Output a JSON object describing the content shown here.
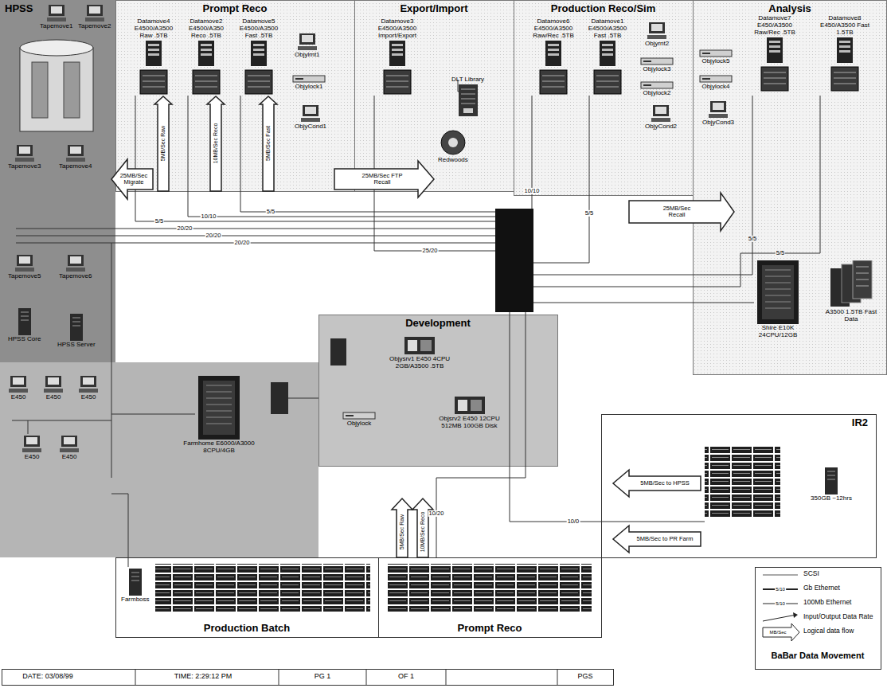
{
  "diagram": {
    "title": "BaBar Data Movement",
    "nodes": [
      {
        "text": [
          "HPSS"
        ]
      },
      {
        "text": [
          "Prompt Reco"
        ]
      },
      {
        "text": [
          "Export/Import"
        ]
      },
      {
        "text": [
          "Production Reco/Sim"
        ]
      },
      {
        "text": [
          "Analysis"
        ]
      },
      {
        "text": [
          "Development"
        ]
      },
      {
        "text": [
          "IR2"
        ]
      },
      {
        "text": [
          "Production Batch"
        ]
      },
      {
        "text": [
          "Prompt Reco"
        ]
      },
      {
        "text": [
          "Datamove4 E4500/A3500 Raw .5TB"
        ],
        "in": 1
      },
      {
        "text": [
          "Datamove2 E4500/A350 Reco .5TB"
        ],
        "in": 1
      },
      {
        "text": [
          "Datamove5 E4500/A3500 Fast .5TB"
        ],
        "in": 1
      },
      {
        "text": [
          "Objylmt1"
        ],
        "in": 1
      },
      {
        "text": [
          "Objylock1"
        ],
        "in": 1
      },
      {
        "text": [
          "ObjyCond1"
        ],
        "in": 1
      },
      {
        "text": [
          "Datamove3 E4500/A3500 Import/Export"
        ],
        "in": 2
      },
      {
        "text": [
          "DLT Library"
        ],
        "in": 2
      },
      {
        "text": [
          "Redwoods"
        ],
        "in": 2
      },
      {
        "text": [
          "Datamove6 E4500/A3500 Raw/Rec .5TB"
        ],
        "in": 3
      },
      {
        "text": [
          "Datamove1 E4500/A3500 Fast .5TB"
        ],
        "in": 3
      },
      {
        "text": [
          "Objyrnt2"
        ],
        "in": 3
      },
      {
        "text": [
          "Objylock3"
        ],
        "in": 3
      },
      {
        "text": [
          "Objylock2"
        ],
        "in": 3
      },
      {
        "text": [
          "ObjyCond2"
        ],
        "in": 3
      },
      {
        "text": [
          "Objylock5"
        ],
        "in": 4
      },
      {
        "text": [
          "Objylock4"
        ],
        "in": 4
      },
      {
        "text": [
          "ObjyCond3"
        ],
        "in": 4
      },
      {
        "text": [
          "Datamove7 E450/A3500 Raw/Rec .5TB"
        ],
        "in": 4
      },
      {
        "text": [
          "Datamove8 E450/A3500 Fast 1.5TB"
        ],
        "in": 4
      },
      {
        "text": [
          "Shire E10K 24CPU/12GB"
        ],
        "in": 4
      },
      {
        "text": [
          "A3500 1.5TB Fast Data"
        ],
        "in": 4
      },
      {
        "text": [
          "Tapemove1"
        ],
        "in": 0
      },
      {
        "text": [
          "Tapemove2"
        ],
        "in": 0
      },
      {
        "text": [
          "Tapemove3"
        ],
        "in": 0
      },
      {
        "text": [
          "Tapemove4"
        ],
        "in": 0
      },
      {
        "text": [
          "Tapemove5"
        ],
        "in": 0
      },
      {
        "text": [
          "Tapemove6"
        ],
        "in": 0
      },
      {
        "text": [
          "HPSS Core"
        ],
        "in": 0
      },
      {
        "text": [
          "HPSS Server"
        ],
        "in": 0
      },
      {
        "text": [
          "Objysrv1 E450 4CPU 2GB/A3500 .5TB"
        ],
        "in": 5
      },
      {
        "text": [
          "Objylock"
        ],
        "in": 5
      },
      {
        "text": [
          "Objsrv2 E450 12CPU 512MB 100GB Disk"
        ],
        "in": 5
      },
      {
        "text": [
          "E450"
        ]
      },
      {
        "text": [
          "E450"
        ]
      },
      {
        "text": [
          "E450"
        ]
      },
      {
        "text": [
          "E450"
        ]
      },
      {
        "text": [
          "E450"
        ]
      },
      {
        "text": [
          "Farmhome E6000/A3000 8CPU/4GB"
        ]
      },
      {
        "text": [
          "Farmboss"
        ],
        "in": 7
      },
      {
        "text": [
          "350GB ~12hrs"
        ],
        "in": 6
      }
    ],
    "edges": [
      {
        "from": 1,
        "to": 9,
        "label": "5MB/Sec Raw",
        "arrow": "to"
      },
      {
        "from": 1,
        "to": 10,
        "label": "10MB/Sec Reco",
        "arrow": "to"
      },
      {
        "from": 1,
        "to": 11,
        "label": "5MB/Sec Fast",
        "arrow": "to"
      }
    ],
    "labels": [
      "25MB/Sec Migrate",
      "25MB/Sec FTP Recall",
      "25MB/Sec Recall",
      "5/5",
      "10/10",
      "5/5",
      "20/20",
      "20/20",
      "20/20",
      "25/20",
      "10/10",
      "5/5",
      "5/5",
      "5/5",
      "10/20",
      "10/0",
      "5MB/Sec Raw",
      "10MB/Sec Reco",
      "5MB/Sec to HPSS",
      "5MB/Sec to PR Farm",
      "5/10",
      "5/10",
      "MB/Sec",
      "DATE: 03/08/99",
      "TIME: 2:29:12 PM",
      "PG 1",
      "OF 1",
      "PGS"
    ],
    "legend": [
      {
        "text": "SCSI"
      },
      {
        "text": "Gb Ethernet"
      },
      {
        "text": "100Mb Ethernet"
      },
      {
        "text": "Input/Output Data Rate"
      },
      {
        "text": "Logical data flow"
      }
    ]
  }
}
